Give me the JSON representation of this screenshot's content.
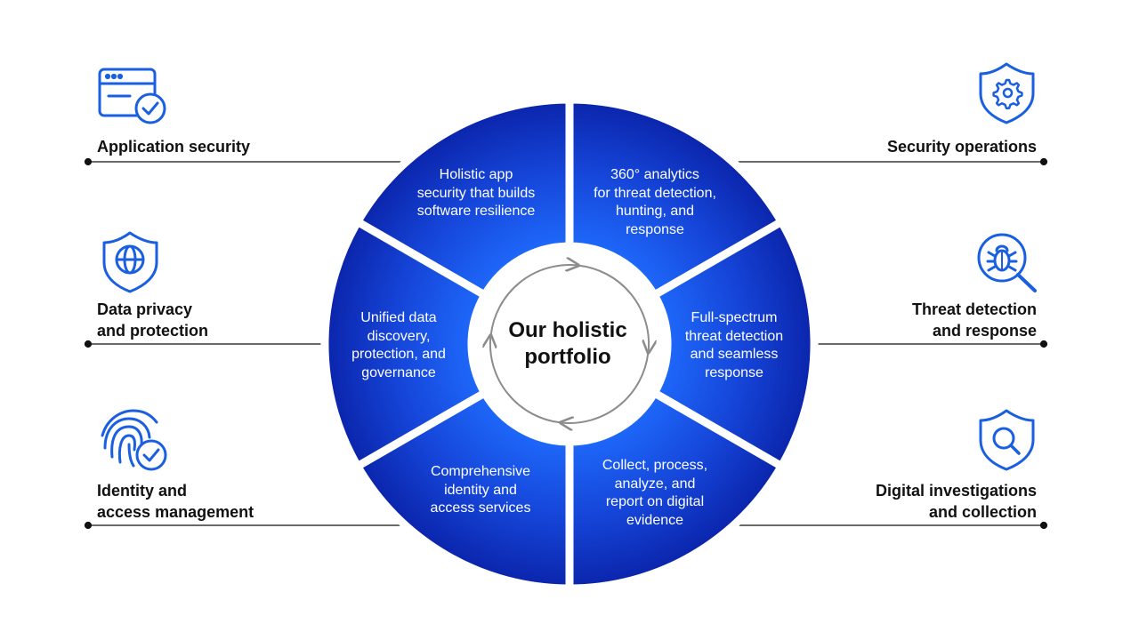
{
  "center": {
    "title": "Our holistic\nportfolio"
  },
  "segments": [
    {
      "text": "Holistic app\nsecurity that builds\nsoftware resilience"
    },
    {
      "text": "360° analytics\nfor threat detection,\nhunting, and\nresponse"
    },
    {
      "text": "Full-spectrum\nthreat detection\nand seamless\nresponse"
    },
    {
      "text": "Collect, process,\nanalyze, and\nreport on digital\nevidence"
    },
    {
      "text": "Comprehensive\nidentity and\naccess services"
    },
    {
      "text": "Unified data\ndiscovery,\nprotection, and\ngovernance"
    }
  ],
  "categories": [
    {
      "label": "Application security",
      "icon": "browser-check-icon"
    },
    {
      "label": "Security operations",
      "icon": "shield-gear-icon"
    },
    {
      "label": "Data privacy\nand protection",
      "icon": "shield-globe-icon"
    },
    {
      "label": "Threat detection\nand response",
      "icon": "bug-magnifier-icon"
    },
    {
      "label": "Identity and\naccess management",
      "icon": "fingerprint-check-icon"
    },
    {
      "label": "Digital investigations\nand collection",
      "icon": "shield-search-icon"
    }
  ],
  "colors": {
    "segment_center": "#1f6dff",
    "segment_edge": "#0a22a8",
    "icon": "#1a5fe0",
    "line": "#111111",
    "ring": "#8c8c8c"
  }
}
